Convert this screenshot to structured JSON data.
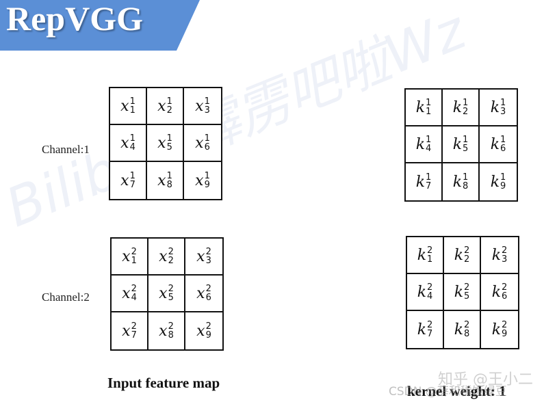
{
  "header": {
    "title": "RepVGG",
    "banner_color": "#5b8fd6"
  },
  "input": {
    "caption": "Input feature map",
    "channels": [
      {
        "label": "Channel:1",
        "symbol": "x",
        "superscript": "1",
        "cells": [
          "1",
          "2",
          "3",
          "4",
          "5",
          "6",
          "7",
          "8",
          "9"
        ]
      },
      {
        "label": "Channel:2",
        "symbol": "x",
        "superscript": "2",
        "cells": [
          "1",
          "2",
          "3",
          "4",
          "5",
          "6",
          "7",
          "8",
          "9"
        ]
      }
    ]
  },
  "kernel": {
    "caption": "kernel weight: 1",
    "channels": [
      {
        "symbol": "k",
        "superscript": "1",
        "cells": [
          "1",
          "2",
          "3",
          "4",
          "5",
          "6",
          "7",
          "8",
          "9"
        ]
      },
      {
        "symbol": "k",
        "superscript": "2",
        "cells": [
          "1",
          "2",
          "3",
          "4",
          "5",
          "6",
          "7",
          "8",
          "9"
        ]
      }
    ]
  },
  "watermarks": {
    "diagonal": "Bilibili: 霹雳吧啦Wz",
    "zhihu": "知乎 @王小二",
    "csdn": "CSDN @薛和稀饭绿豆"
  }
}
